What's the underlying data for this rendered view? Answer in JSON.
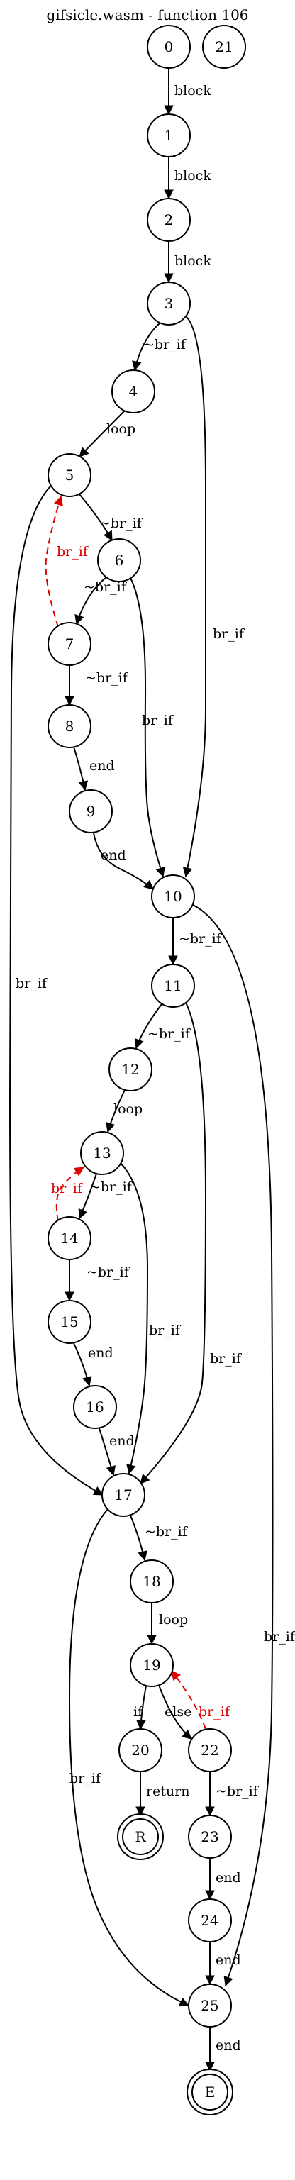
{
  "title": "gifsicle.wasm - function 106",
  "nodes": [
    {
      "id": "0",
      "label": "0"
    },
    {
      "id": "21",
      "label": "21"
    },
    {
      "id": "1",
      "label": "1"
    },
    {
      "id": "2",
      "label": "2"
    },
    {
      "id": "3",
      "label": "3"
    },
    {
      "id": "4",
      "label": "4"
    },
    {
      "id": "5",
      "label": "5"
    },
    {
      "id": "6",
      "label": "6"
    },
    {
      "id": "7",
      "label": "7"
    },
    {
      "id": "8",
      "label": "8"
    },
    {
      "id": "9",
      "label": "9"
    },
    {
      "id": "10",
      "label": "10"
    },
    {
      "id": "11",
      "label": "11"
    },
    {
      "id": "12",
      "label": "12"
    },
    {
      "id": "13",
      "label": "13"
    },
    {
      "id": "14",
      "label": "14"
    },
    {
      "id": "15",
      "label": "15"
    },
    {
      "id": "16",
      "label": "16"
    },
    {
      "id": "17",
      "label": "17"
    },
    {
      "id": "18",
      "label": "18"
    },
    {
      "id": "19",
      "label": "19"
    },
    {
      "id": "20",
      "label": "20"
    },
    {
      "id": "22",
      "label": "22"
    },
    {
      "id": "R",
      "label": "R",
      "terminal": true
    },
    {
      "id": "23",
      "label": "23"
    },
    {
      "id": "24",
      "label": "24"
    },
    {
      "id": "25",
      "label": "25"
    },
    {
      "id": "E",
      "label": "E",
      "terminal": true
    }
  ],
  "edges": [
    {
      "from": "0",
      "to": "1",
      "label": "block"
    },
    {
      "from": "1",
      "to": "2",
      "label": "block"
    },
    {
      "from": "2",
      "to": "3",
      "label": "block"
    },
    {
      "from": "3",
      "to": "4",
      "label": "~br_if"
    },
    {
      "from": "3",
      "to": "10",
      "label": "br_if"
    },
    {
      "from": "4",
      "to": "5",
      "label": "loop"
    },
    {
      "from": "5",
      "to": "6",
      "label": "~br_if"
    },
    {
      "from": "5",
      "to": "17",
      "label": "br_if"
    },
    {
      "from": "6",
      "to": "7",
      "label": "~br_if"
    },
    {
      "from": "6",
      "to": "10",
      "label": "br_if"
    },
    {
      "from": "7",
      "to": "5",
      "label": "br_if",
      "back": true
    },
    {
      "from": "7",
      "to": "8",
      "label": "~br_if"
    },
    {
      "from": "8",
      "to": "9",
      "label": "end"
    },
    {
      "from": "9",
      "to": "10",
      "label": "end"
    },
    {
      "from": "10",
      "to": "11",
      "label": "~br_if"
    },
    {
      "from": "10",
      "to": "25",
      "label": "br_if"
    },
    {
      "from": "11",
      "to": "12",
      "label": "~br_if"
    },
    {
      "from": "11",
      "to": "17",
      "label": "br_if"
    },
    {
      "from": "12",
      "to": "13",
      "label": "loop"
    },
    {
      "from": "13",
      "to": "14",
      "label": "~br_if"
    },
    {
      "from": "13",
      "to": "17",
      "label": "br_if"
    },
    {
      "from": "14",
      "to": "13",
      "label": "br_if",
      "back": true
    },
    {
      "from": "14",
      "to": "15",
      "label": "~br_if"
    },
    {
      "from": "15",
      "to": "16",
      "label": "end"
    },
    {
      "from": "16",
      "to": "17",
      "label": "end"
    },
    {
      "from": "17",
      "to": "18",
      "label": "~br_if"
    },
    {
      "from": "17",
      "to": "25",
      "label": "br_if"
    },
    {
      "from": "18",
      "to": "19",
      "label": "loop"
    },
    {
      "from": "19",
      "to": "20",
      "label": "if"
    },
    {
      "from": "19",
      "to": "22",
      "label": "else"
    },
    {
      "from": "22",
      "to": "19",
      "label": "br_if",
      "back": true
    },
    {
      "from": "20",
      "to": "R",
      "label": "return"
    },
    {
      "from": "22",
      "to": "23",
      "label": "~br_if"
    },
    {
      "from": "23",
      "to": "24",
      "label": "end"
    },
    {
      "from": "24",
      "to": "25",
      "label": "end"
    },
    {
      "from": "25",
      "to": "E",
      "label": "end"
    }
  ],
  "colors": {
    "edge": "#000000",
    "back_edge": "#e00000",
    "node_fill": "#ffffff"
  }
}
